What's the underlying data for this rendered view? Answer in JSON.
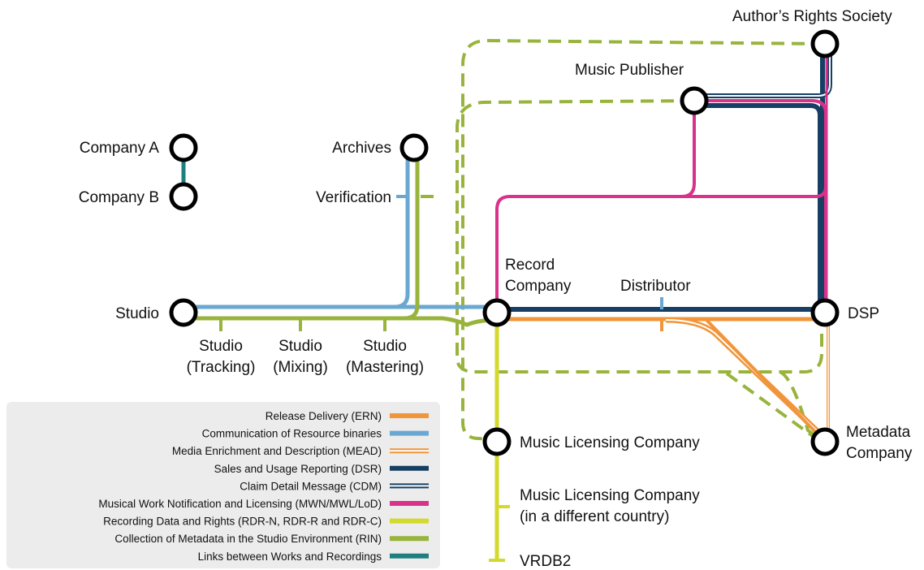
{
  "colors": {
    "ern": "#f0953a",
    "resource": "#6aa8d2",
    "mead": "#f0953a",
    "dsr": "#163f63",
    "cdm": "#163f63",
    "mwn": "#d9328a",
    "rdr": "#d4d92e",
    "rin": "#98b43c",
    "links": "#1f7f80",
    "legend_bg": "#ececec"
  },
  "nodes": {
    "company_a": "Company A",
    "company_b": "Company B",
    "archives": "Archives",
    "verification": "Verification",
    "studio": "Studio",
    "studio_tracking": [
      "Studio",
      "(Tracking)"
    ],
    "studio_mixing": [
      "Studio",
      "(Mixing)"
    ],
    "studio_mastering": [
      "Studio",
      "(Mastering)"
    ],
    "record_company": [
      "Record",
      "Company"
    ],
    "distributor": "Distributor",
    "dsp": "DSP",
    "music_publisher": "Music Publisher",
    "authors_rights_society": "Author’s Rights Society",
    "music_licensing_company": "Music Licensing Company",
    "music_licensing_company_foreign": [
      "Music Licensing Company",
      "(in a different country)"
    ],
    "metadata_company": [
      "Metadata",
      "Company"
    ],
    "vrdb2": "VRDB2"
  },
  "legend": [
    {
      "label": "Release Delivery (ERN)",
      "style": "solid",
      "color": "#f0953a"
    },
    {
      "label": "Communication of Resource binaries",
      "style": "solid",
      "color": "#6aa8d2"
    },
    {
      "label": "Media Enrichment and Description (MEAD)",
      "style": "double",
      "color": "#f0953a"
    },
    {
      "label": "Sales and Usage Reporting (DSR)",
      "style": "solid",
      "color": "#163f63"
    },
    {
      "label": "Claim Detail Message (CDM)",
      "style": "double",
      "color": "#163f63"
    },
    {
      "label": "Musical Work Notification and Licensing (MWN/MWL/LoD)",
      "style": "solid",
      "color": "#d9328a"
    },
    {
      "label": "Recording Data and Rights (RDR-N, RDR-R and RDR-C)",
      "style": "solid",
      "color": "#d4d92e"
    },
    {
      "label": "Collection of Metadata in the Studio Environment (RIN)",
      "style": "solid",
      "color": "#98b43c"
    },
    {
      "label": "Links between Works and Recordings",
      "style": "solid",
      "color": "#1f7f80"
    }
  ]
}
